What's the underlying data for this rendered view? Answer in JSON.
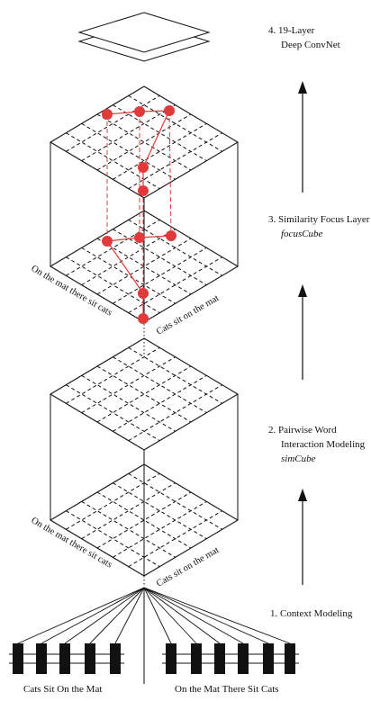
{
  "stages": {
    "s4": {
      "label": "4. 19-Layer",
      "sub": "Deep ConvNet"
    },
    "s3": {
      "label": "3. Similarity Focus Layer",
      "sub": "focusCube"
    },
    "s2": {
      "label": "2. Pairwise Word",
      "sub": "Interaction Modeling",
      "sub2": "simCube"
    },
    "s1": {
      "label": "1. Context Modeling"
    }
  },
  "axis_labels": {
    "left": "On the mat there sit cats",
    "right": "Cats sit on the mat"
  },
  "sentences": {
    "left": "Cats Sit On the Mat",
    "right": "On the Mat There Sit Cats"
  },
  "colors": {
    "focus": "#e03a3a",
    "line": "#111111"
  }
}
